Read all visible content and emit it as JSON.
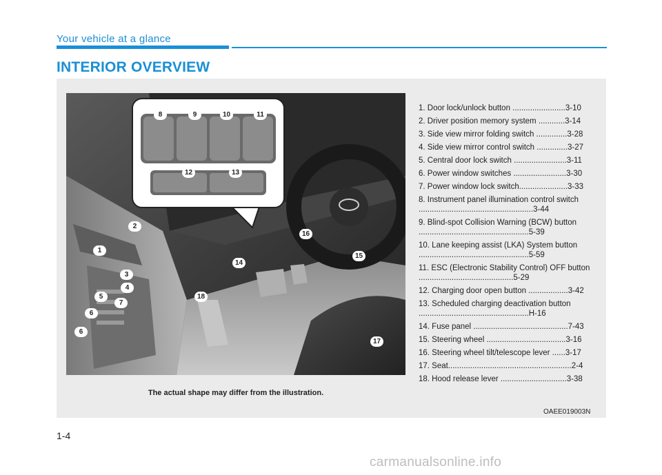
{
  "header": {
    "section": "Your vehicle at a glance",
    "title": "INTERIOR OVERVIEW"
  },
  "figure": {
    "caption": "The actual shape may differ from the illustration.",
    "code": "OAEE019003N",
    "callouts": [
      "1",
      "2",
      "3",
      "4",
      "5",
      "6",
      "6",
      "7",
      "8",
      "9",
      "10",
      "11",
      "12",
      "13",
      "14",
      "15",
      "16",
      "17",
      "18"
    ]
  },
  "legend": [
    "1. Door lock/unlock button ........................3-10",
    "2. Driver position memory system ............3-14",
    "3. Side view mirror folding switch ..............3-28",
    "4. Side view mirror control switch ..............3-27",
    "5. Central door lock switch ........................3-11",
    "6. Power window switches ........................3-30",
    "7. Power window lock switch......................3-33",
    "8. Instrument panel illumination control switch ....................................................3-44",
    "9. Blind-spot Collision Warning (BCW) button ..................................................5-39",
    "10. Lane keeping assist (LKA) System button ..................................................5-59",
    "11. ESC (Electronic Stability Control) OFF button ...........................................5-29",
    "12. Charging door open button ..................3-42",
    "13. Scheduled charging deactivation button ..................................................H-16",
    "14. Fuse panel ...........................................7-43",
    "15. Steering wheel ....................................3-16",
    "16. Steering wheel tilt/telescope lever ......3-17",
    "17. Seat........................................................2-4",
    "18. Hood release lever ..............................3-38"
  ],
  "footer": {
    "page_number": "1-4",
    "watermark": "carmanualsonline.info"
  },
  "colors": {
    "accent": "#1a8fd6",
    "panel": "#ebebeb",
    "callout": "#ffffff"
  }
}
